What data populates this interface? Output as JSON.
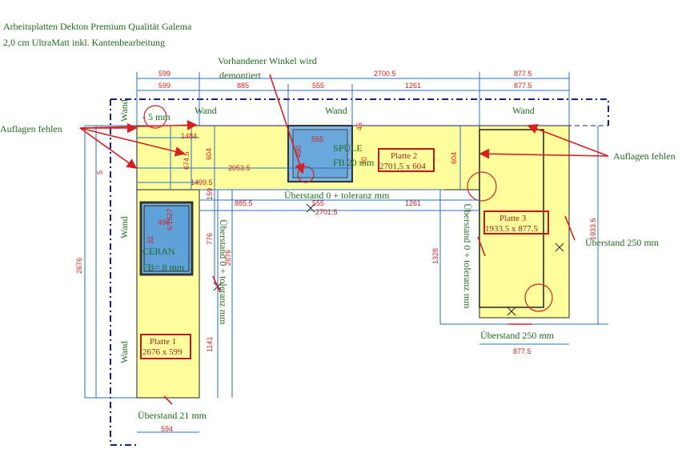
{
  "title": {
    "line1": "Arbeitsplatten Dekton Premium Qualität Galema",
    "line2": "2,0 cm UltraMatt inkl. Kantenbearbeitung"
  },
  "annotations": {
    "winkel_line1": "Vorhandener Winkel wird",
    "winkel_line2": "demontiert",
    "auflagen_left": "Auflagen fehlen",
    "auflagen_right": "Auflagen fehlen",
    "minus5": "- 5 mm"
  },
  "walls": {
    "top1": "Wand",
    "top2": "Wand",
    "top3": "Wand",
    "left1": "Wand",
    "left2": "Wand",
    "left3": "Wand"
  },
  "plates": {
    "p1": {
      "name": "Platte 1",
      "size": "2676 x 599"
    },
    "p2": {
      "name": "Platte 2",
      "size": "2701,5 x 604"
    },
    "p3": {
      "name": "Platte 3",
      "size": "1933.5 x 877.5"
    }
  },
  "cutouts": {
    "spule": "SPÜLE",
    "spule_fb": "FB 20 mm",
    "ceran": "CERAN",
    "ceran_fb": "FB= 8 mm"
  },
  "overhangs": {
    "bottom_left": "Überstand 21 mm",
    "bottom_right": "Überstand 250 mm",
    "right": "Überstand 250 mm",
    "middle": "Überstand 0 + toleranz mm",
    "vertical_left": "Überstand 0 + toleranz mm",
    "vertical_right": "Überstand 0 + toleranz mm"
  },
  "dimensions": {
    "d599a": "599",
    "d599b": "599",
    "d2700_5": "2700.5",
    "d885": "885",
    "d555a": "555",
    "d1261a": "1261",
    "d877_5a": "877.5",
    "d877_5b": "877.5",
    "d1484": "1484",
    "d604a": "604",
    "d674_5": "674.5",
    "d2053_5": "2053.5",
    "d1499_5": "1499.5",
    "d885_5": "885.5",
    "d555b": "555",
    "d1261b": "1261",
    "d2701_5": "2701.5",
    "d604b": "604",
    "d490": "490",
    "d555c": "555",
    "d70": "70",
    "d5": "5",
    "d6_1627": "6.1627",
    "d496": "496",
    "d32": "32",
    "d159": "159",
    "d776": "776",
    "d2676a": "2676",
    "d2676b": "2676",
    "d1141": "1141",
    "d1328": "1328",
    "d1933_5": "1933.5",
    "d594": "594",
    "d877_5c": "877.5",
    "d45": "45"
  }
}
